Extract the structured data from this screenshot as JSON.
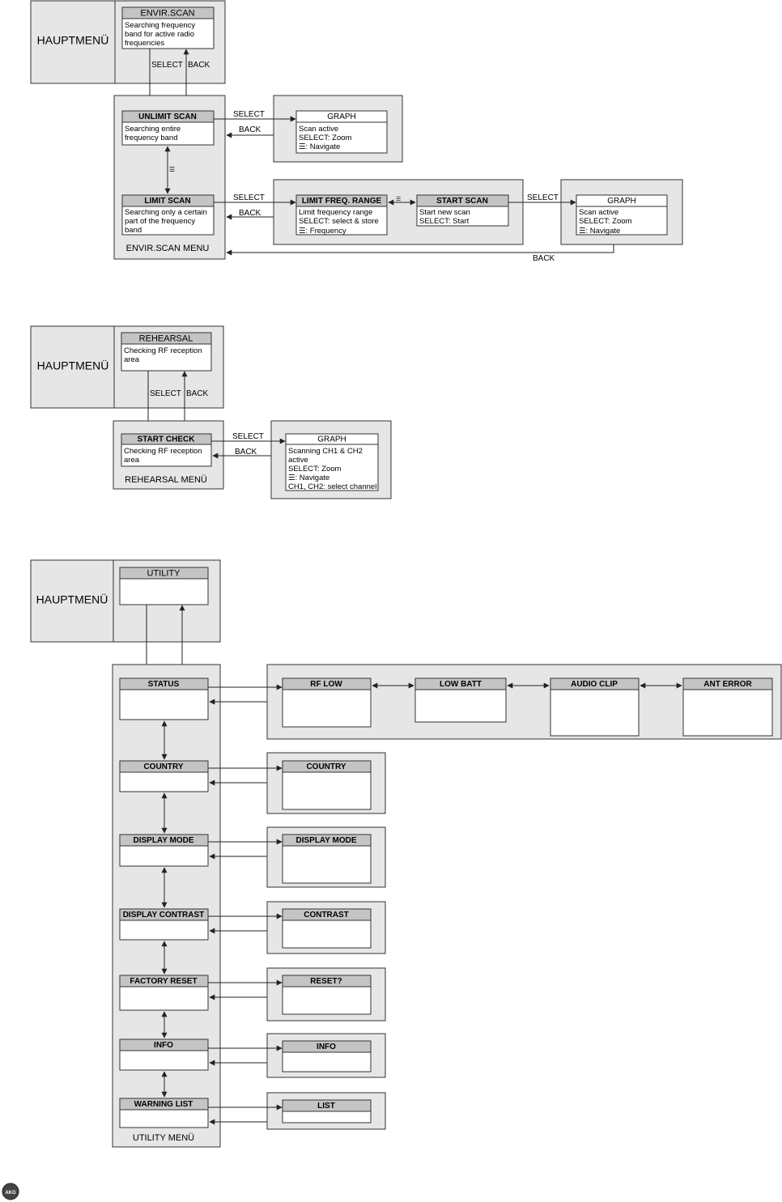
{
  "labels": {
    "hauptmenu": "HAUPTMENÜ",
    "select": "SELECT",
    "back": "BACK",
    "nav_icon": "☰"
  },
  "section1": {
    "envir_scan": {
      "title": "ENVIR.SCAN",
      "lines": [
        "Searching frequency",
        "band for active radio",
        "frequencies"
      ]
    },
    "unlimit_scan": {
      "title": "UNLIMIT SCAN",
      "lines": [
        "Searching entire",
        "frequency band"
      ]
    },
    "limit_scan": {
      "title": "LIMIT SCAN",
      "lines": [
        "Searching only a certain",
        "part of the frequency",
        "band"
      ]
    },
    "menu_label": "ENVIR.SCAN MENU",
    "graph1": {
      "title": "GRAPH",
      "lines": [
        "Scan active",
        "SELECT: Zoom",
        "☰: Navigate"
      ]
    },
    "limit_freq": {
      "title": "LIMIT FREQ. RANGE",
      "lines": [
        "Limit frequency range",
        "SELECT: select & store",
        "☰: Frequency"
      ]
    },
    "start_scan": {
      "title": "START SCAN",
      "lines": [
        "Start new scan",
        "SELECT: Start"
      ]
    },
    "graph2": {
      "title": "GRAPH",
      "lines": [
        "Scan active",
        "SELECT: Zoom",
        "☰: Navigate"
      ]
    }
  },
  "section2": {
    "rehearsal": {
      "title": "REHEARSAL",
      "lines": [
        "Checking RF reception",
        "area"
      ]
    },
    "start_check": {
      "title": "START CHECK",
      "lines": [
        "Checking RF reception",
        "area"
      ]
    },
    "menu_label": "REHEARSAL MENÜ",
    "graph": {
      "title": "GRAPH",
      "lines": [
        "Scanning CH1 & CH2",
        "active",
        "SELECT: Zoom",
        "☰: Navigate",
        "CH1, CH2: select channel"
      ]
    }
  },
  "section3": {
    "utility": {
      "title": "UTILITY"
    },
    "menu_label": "UTILITY MENÜ",
    "items": [
      {
        "left": "STATUS",
        "right": [
          "RF LOW",
          "LOW BATT",
          "AUDIO CLIP",
          "ANT ERROR"
        ]
      },
      {
        "left": "COUNTRY",
        "right": [
          "COUNTRY"
        ]
      },
      {
        "left": "DISPLAY MODE",
        "right": [
          "DISPLAY MODE"
        ]
      },
      {
        "left": "DISPLAY CONTRAST",
        "right": [
          "CONTRAST"
        ]
      },
      {
        "left": "FACTORY RESET",
        "right": [
          "RESET?"
        ]
      },
      {
        "left": "INFO",
        "right": [
          "INFO"
        ]
      },
      {
        "left": "WARNING LIST",
        "right": [
          "LIST"
        ]
      }
    ]
  },
  "logo": {
    "text": "AKG"
  }
}
